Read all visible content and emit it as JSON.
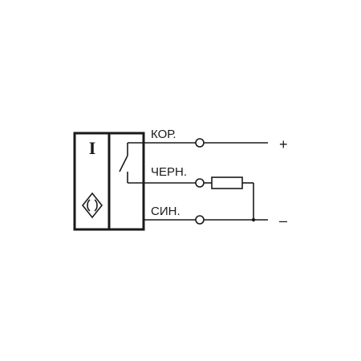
{
  "sensor": {
    "type_mark": "I",
    "icon": "inductive-sensor-symbol-icon",
    "switch_icon": "normally-open-switch-icon"
  },
  "wires": [
    {
      "label": "КОР.",
      "polarity": "+"
    },
    {
      "label": "ЧЕРН.",
      "polarity": ""
    },
    {
      "label": "СИН.",
      "polarity": "–"
    }
  ],
  "load": {
    "icon": "resistor-load-icon"
  },
  "colors": {
    "line": "#1a1a1a",
    "background": "#ffffff"
  }
}
